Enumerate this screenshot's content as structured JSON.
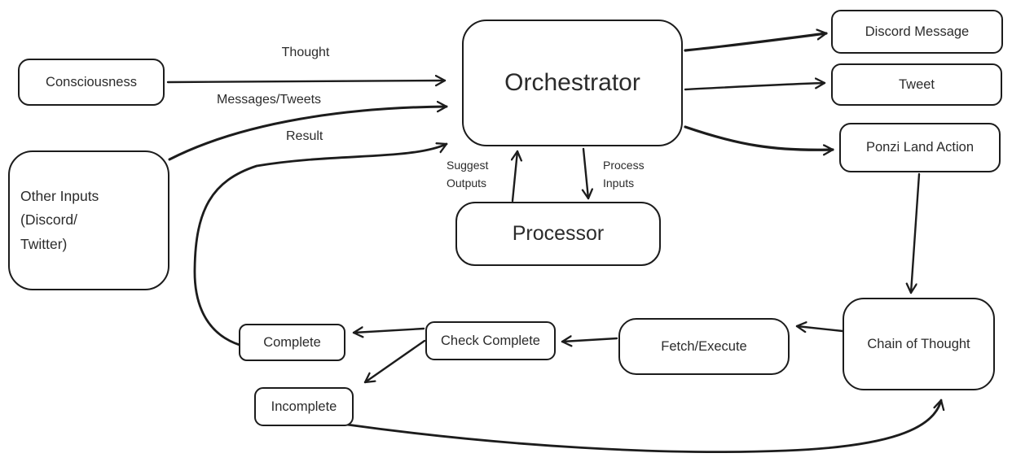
{
  "diagram": {
    "colors": {
      "stroke": "#1c1c1c",
      "text": "#2b2b2b",
      "background": "#ffffff"
    },
    "nodes": {
      "consciousness": {
        "label": "Consciousness"
      },
      "other_inputs": {
        "label": "Other Inputs\n(Discord/\nTwitter)"
      },
      "orchestrator": {
        "label": "Orchestrator"
      },
      "processor": {
        "label": "Processor"
      },
      "discord_message": {
        "label": "Discord Message"
      },
      "tweet": {
        "label": "Tweet"
      },
      "ponzi_land_action": {
        "label": "Ponzi Land Action"
      },
      "chain_of_thought": {
        "label": "Chain of Thought"
      },
      "fetch_execute": {
        "label": "Fetch/Execute"
      },
      "check_complete": {
        "label": "Check Complete"
      },
      "complete": {
        "label": "Complete"
      },
      "incomplete": {
        "label": "Incomplete"
      }
    },
    "edges": [
      {
        "from": "Consciousness",
        "to": "Orchestrator",
        "label": "Thought"
      },
      {
        "from": "Other Inputs (Discord/Twitter)",
        "to": "Orchestrator",
        "label": "Messages/Tweets"
      },
      {
        "from": "Complete",
        "to": "Orchestrator",
        "label": "Result"
      },
      {
        "from": "Processor",
        "to": "Orchestrator",
        "label": "Suggest\nOutputs"
      },
      {
        "from": "Orchestrator",
        "to": "Processor",
        "label": "Process\nInputs"
      },
      {
        "from": "Orchestrator",
        "to": "Discord Message",
        "label": ""
      },
      {
        "from": "Orchestrator",
        "to": "Tweet",
        "label": ""
      },
      {
        "from": "Orchestrator",
        "to": "Ponzi Land Action",
        "label": ""
      },
      {
        "from": "Ponzi Land Action",
        "to": "Chain of Thought",
        "label": ""
      },
      {
        "from": "Chain of Thought",
        "to": "Fetch/Execute",
        "label": ""
      },
      {
        "from": "Fetch/Execute",
        "to": "Check Complete",
        "label": ""
      },
      {
        "from": "Check Complete",
        "to": "Complete",
        "label": ""
      },
      {
        "from": "Check Complete",
        "to": "Incomplete",
        "label": ""
      },
      {
        "from": "Incomplete",
        "to": "Chain of Thought",
        "label": ""
      }
    ]
  }
}
